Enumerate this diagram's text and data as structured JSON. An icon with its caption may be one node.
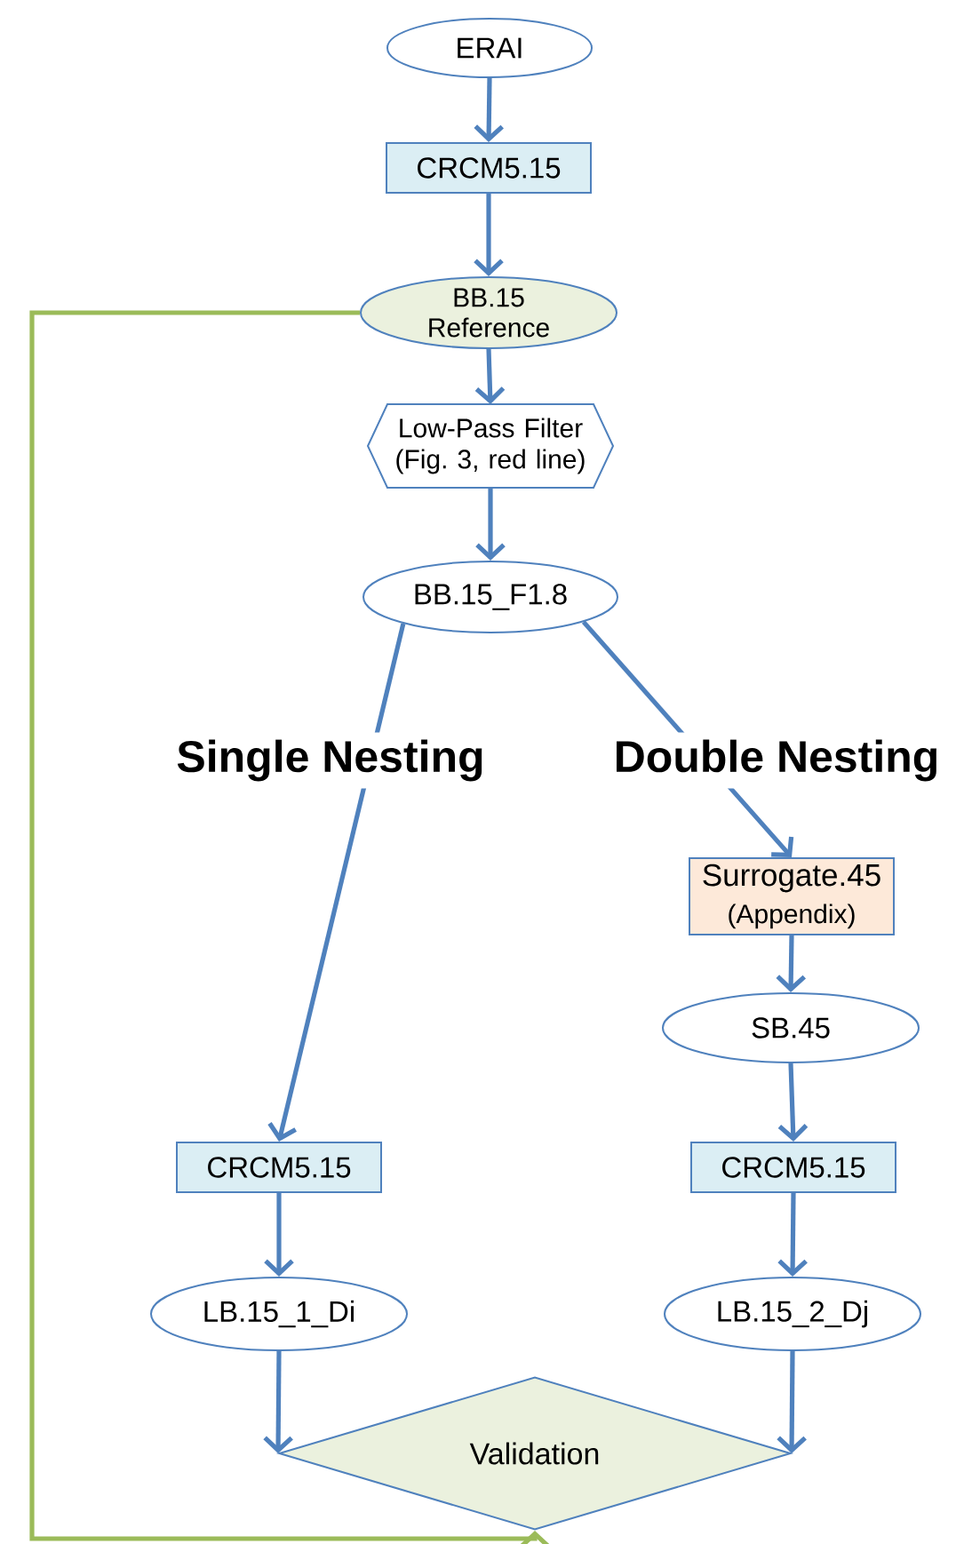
{
  "diagram": {
    "nodes": [
      {
        "text": [
          "ERAI"
        ]
      },
      {
        "text": [
          "CRCM5.15"
        ]
      },
      {
        "text": [
          "BB.15 Reference"
        ]
      },
      {
        "text": [
          "Low-Pass Filter (Fig. 3, red line)"
        ]
      },
      {
        "text": [
          "BB.15_F1.8"
        ]
      },
      {
        "text": [
          "Surrogate.45",
          "(Appendix)"
        ]
      },
      {
        "text": [
          "SB.45"
        ]
      },
      {
        "text": [
          "CRCM5.15"
        ]
      },
      {
        "text": [
          "CRCM5.15"
        ]
      },
      {
        "text": [
          "LB.15_1_Di"
        ]
      },
      {
        "text": [
          "LB.15_2_Dj"
        ]
      },
      {
        "text": [
          "Validation"
        ]
      }
    ],
    "edges": [
      {
        "from": 0,
        "to": 1,
        "arrow": "to"
      },
      {
        "from": 1,
        "to": 2,
        "arrow": "to"
      },
      {
        "from": 2,
        "to": 3,
        "arrow": "to"
      },
      {
        "from": 3,
        "to": 4,
        "arrow": "to"
      },
      {
        "from": 4,
        "to": 7,
        "arrow": "to",
        "label": "Single Nesting"
      },
      {
        "from": 4,
        "to": 5,
        "arrow": "to",
        "label": "Double Nesting"
      },
      {
        "from": 5,
        "to": 6,
        "arrow": "to"
      },
      {
        "from": 6,
        "to": 8,
        "arrow": "to"
      },
      {
        "from": 7,
        "to": 9,
        "arrow": "to"
      },
      {
        "from": 8,
        "to": 10,
        "arrow": "to"
      },
      {
        "from": 9,
        "to": 11,
        "arrow": "to"
      },
      {
        "from": 10,
        "to": 11,
        "arrow": "to"
      },
      {
        "from": 2,
        "to": 11,
        "arrow": "to",
        "color": "#9bbb59"
      }
    ]
  }
}
